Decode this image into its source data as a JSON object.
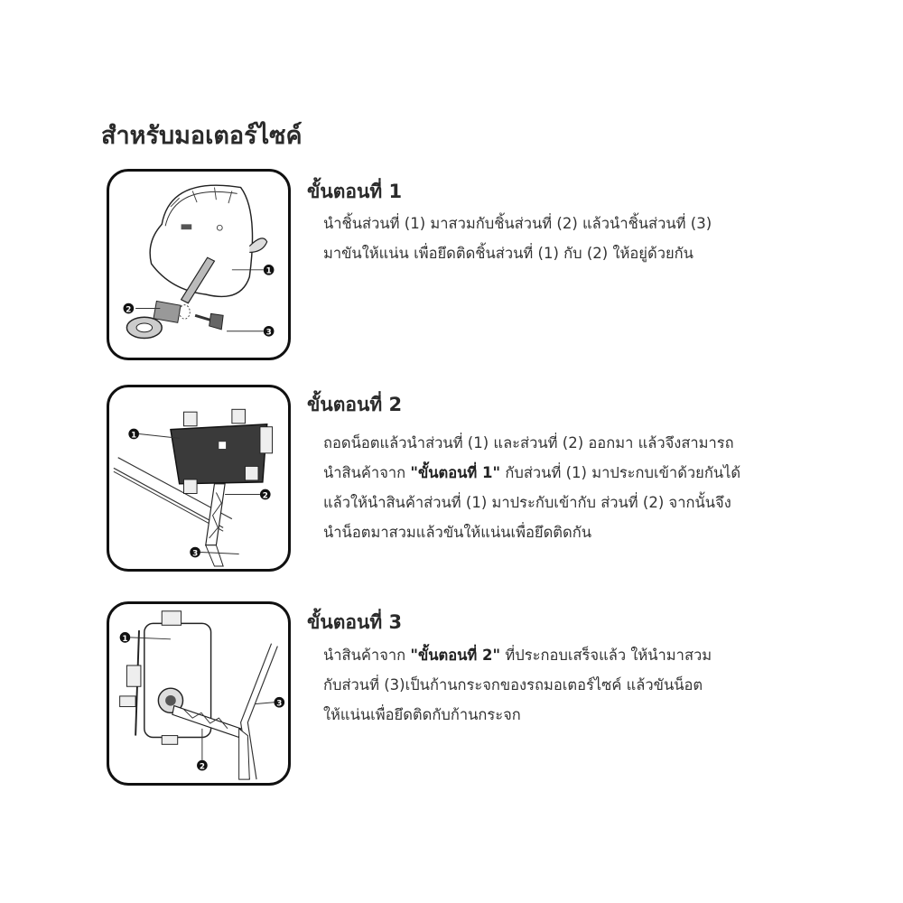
{
  "page": {
    "title": "สำหรับมอเตอร์ไซค์"
  },
  "steps": [
    {
      "title": "ขั้นตอนที่ 1",
      "illustration": "helmet-mount-assembly-diagram",
      "callouts": [
        "1",
        "2",
        "3"
      ],
      "lines": [
        {
          "pre": "นำชิ้นส่วนที่ (1) มาสวมกับชิ้นส่วนที่ (2) แล้วนำชิ้นส่วนที่ (3)",
          "bold": "",
          "post": ""
        },
        {
          "pre": "มาขันให้แน่น เพื่อยึดติดชิ้นส่วนที่ (1) กับ (2) ให้อยู่ด้วยกัน",
          "bold": "",
          "post": ""
        }
      ]
    },
    {
      "title": "ขั้นตอนที่ 2",
      "illustration": "phone-holder-arm-diagram",
      "callouts": [
        "1",
        "2",
        "3"
      ],
      "lines": [
        {
          "pre": "ถอดน็อตแล้วนำส่วนที่ (1) และส่วนที่ (2) ออกมา แล้วจึงสามารถ",
          "bold": "",
          "post": ""
        },
        {
          "pre": "นำสินค้าจาก ",
          "bold": "\"ขั้นตอนที่ 1\"",
          "post": " กับส่วนที่ (1) มาประกบเข้าด้วยกันได้"
        },
        {
          "pre": "แล้วให้นำสินค้าส่วนที่ (1) มาประกับเข้ากับ ส่วนที่ (2)  จากนั้นจึง",
          "bold": "",
          "post": ""
        },
        {
          "pre": "นำน็อตมาสวมแล้วขันให้แน่นเพื่อยึดติดกัน",
          "bold": "",
          "post": ""
        }
      ]
    },
    {
      "title": "ขั้นตอนที่ 3",
      "illustration": "phone-on-mirror-stem-diagram",
      "callouts": [
        "1",
        "2",
        "3"
      ],
      "lines": [
        {
          "pre": "นำสินค้าจาก ",
          "bold": "\"ขั้นตอนที่ 2\"",
          "post": " ที่ประกอบเสร็จแล้ว ให้นำมาสวม"
        },
        {
          "pre": "กับส่วนที่ (3)เป็นก้านกระจกของรถมอเตอร์ไซค์ แล้วขันน็อต",
          "bold": "",
          "post": ""
        },
        {
          "pre": "ให้แน่นเพื่อยึดติดกับก้านกระจก",
          "bold": "",
          "post": ""
        }
      ]
    }
  ],
  "colors": {
    "text": "#333333",
    "heading": "#2a2a2a",
    "panel_border": "#111111",
    "background": "#ffffff"
  }
}
